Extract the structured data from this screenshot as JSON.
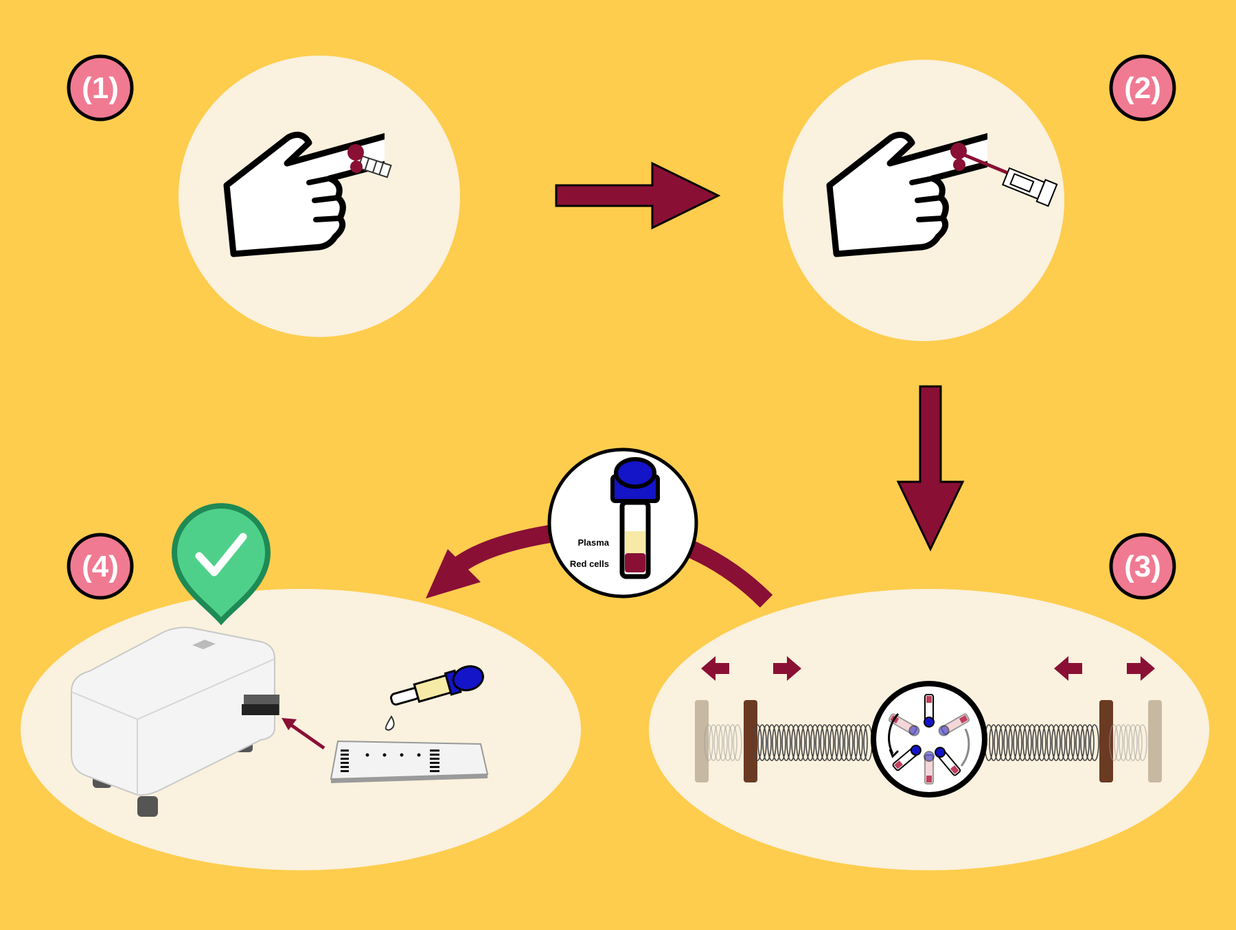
{
  "colors": {
    "background": "#FECD4E",
    "panel": "#FAF1DE",
    "arrow": "#8A0F35",
    "badge": "#F07A92",
    "blood": "#8A0F35",
    "plasma": "#F7EAA6",
    "cap": "#1414C8",
    "check_marker": "#4FD08A",
    "check_marker_border": "#1E8A55",
    "post_dark": "#6B3A22"
  },
  "steps": [
    {
      "number": "(1)",
      "content": "finger-prick-with-lancet"
    },
    {
      "number": "(2)",
      "content": "blood-collection-into-capillary-tube"
    },
    {
      "number": "(3)",
      "content": "centrifuge-separation"
    },
    {
      "number": "(4)",
      "content": "test-strip-and-reader"
    }
  ],
  "tube_inset": {
    "plasma_label": "Plasma",
    "red_cells_label": "Red cells"
  },
  "icons": {
    "hand": "hand-pointing-icon",
    "lancet": "lancet-icon",
    "capillary": "capillary-tube-icon",
    "centrifuge": "centrifuge-rotor-icon",
    "spring": "spring-icon",
    "dropper": "dropper-icon",
    "strip": "test-strip-icon",
    "reader": "reader-device-icon",
    "check": "check-marker-icon"
  }
}
